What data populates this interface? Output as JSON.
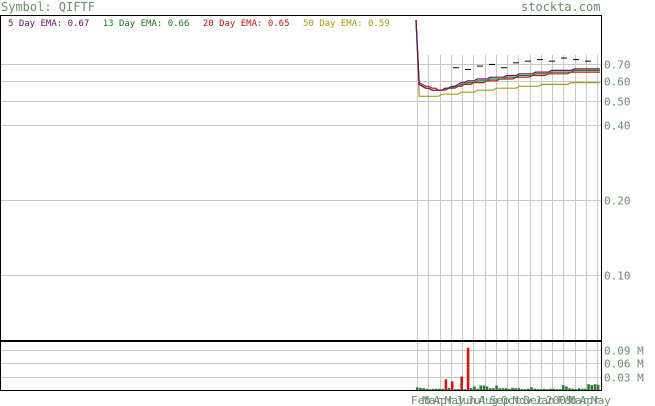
{
  "header": {
    "symbol_label": "Symbol: QIFTF",
    "site_label": "stockta.com"
  },
  "legend": {
    "ema5": "5 Day EMA: 0.67",
    "ema13": "13 Day EMA: 0.66",
    "ema20": "20 Day EMA: 0.65",
    "ema50": "50 Day EMA: 0.59"
  },
  "colors": {
    "text": "#6b8e6b",
    "grid": "#c8c8c8",
    "frame": "#000000",
    "ema5": "#6a0f6a",
    "ema13": "#1c7a1c",
    "ema20": "#cc1111",
    "ema50": "#a89a18",
    "price": "#000000",
    "volume_up": "#2e7d32",
    "volume_down": "#dd1111"
  },
  "chart_data": [
    {
      "type": "line",
      "y_scale": "log",
      "ylim": [
        0.055,
        1.1
      ],
      "y_ticks": [
        {
          "value": 0.7,
          "label": "0.70"
        },
        {
          "value": 0.6,
          "label": "0.60"
        },
        {
          "value": 0.5,
          "label": "0.50"
        },
        {
          "value": 0.4,
          "label": "0.40"
        },
        {
          "value": 0.2,
          "label": "0.20"
        },
        {
          "value": 0.1,
          "label": "0.10"
        }
      ],
      "x_labels": [
        "Feb",
        "Mar",
        "Apr",
        "May",
        "Jun",
        "Jul",
        "Aug",
        "Sep",
        "Oct",
        "Nov",
        "Dec",
        "Jan",
        "2005",
        "Feb",
        "Mar",
        "Apr",
        "May"
      ],
      "n_points": 58,
      "series": [
        {
          "name": "5 Day EMA",
          "values": [
            1.05,
            0.58,
            0.57,
            0.56,
            0.56,
            0.55,
            0.55,
            0.55,
            0.55,
            0.56,
            0.56,
            0.57,
            0.57,
            0.58,
            0.59,
            0.59,
            0.6,
            0.6,
            0.6,
            0.61,
            0.61,
            0.61,
            0.61,
            0.62,
            0.62,
            0.62,
            0.62,
            0.62,
            0.63,
            0.63,
            0.63,
            0.63,
            0.64,
            0.64,
            0.64,
            0.64,
            0.64,
            0.65,
            0.65,
            0.65,
            0.65,
            0.65,
            0.66,
            0.66,
            0.66,
            0.66,
            0.66,
            0.66,
            0.66,
            0.67,
            0.67,
            0.67,
            0.67,
            0.67,
            0.67,
            0.67,
            0.67,
            0.67
          ]
        },
        {
          "name": "13 Day EMA",
          "values": [
            1.05,
            0.58,
            0.57,
            0.56,
            0.56,
            0.55,
            0.55,
            0.55,
            0.55,
            0.56,
            0.56,
            0.56,
            0.57,
            0.57,
            0.58,
            0.58,
            0.59,
            0.59,
            0.59,
            0.6,
            0.6,
            0.6,
            0.6,
            0.61,
            0.61,
            0.61,
            0.61,
            0.61,
            0.62,
            0.62,
            0.62,
            0.62,
            0.63,
            0.63,
            0.63,
            0.63,
            0.63,
            0.64,
            0.64,
            0.64,
            0.64,
            0.64,
            0.65,
            0.65,
            0.65,
            0.65,
            0.65,
            0.65,
            0.65,
            0.66,
            0.66,
            0.66,
            0.66,
            0.66,
            0.66,
            0.66,
            0.66,
            0.66
          ]
        },
        {
          "name": "20 Day EMA",
          "values": [
            1.05,
            0.59,
            0.58,
            0.57,
            0.57,
            0.56,
            0.56,
            0.55,
            0.55,
            0.55,
            0.56,
            0.56,
            0.56,
            0.57,
            0.57,
            0.58,
            0.58,
            0.58,
            0.59,
            0.59,
            0.59,
            0.59,
            0.6,
            0.6,
            0.6,
            0.6,
            0.61,
            0.61,
            0.61,
            0.61,
            0.61,
            0.62,
            0.62,
            0.62,
            0.62,
            0.62,
            0.63,
            0.63,
            0.63,
            0.63,
            0.63,
            0.64,
            0.64,
            0.64,
            0.64,
            0.64,
            0.64,
            0.64,
            0.65,
            0.65,
            0.65,
            0.65,
            0.65,
            0.65,
            0.65,
            0.65,
            0.65,
            0.65
          ]
        },
        {
          "name": "50 Day EMA",
          "values": [
            1.05,
            0.52,
            0.52,
            0.52,
            0.52,
            0.52,
            0.52,
            0.52,
            0.53,
            0.53,
            0.53,
            0.53,
            0.53,
            0.53,
            0.54,
            0.54,
            0.54,
            0.54,
            0.54,
            0.55,
            0.55,
            0.55,
            0.55,
            0.55,
            0.55,
            0.56,
            0.56,
            0.56,
            0.56,
            0.56,
            0.56,
            0.56,
            0.57,
            0.57,
            0.57,
            0.57,
            0.57,
            0.57,
            0.57,
            0.58,
            0.58,
            0.58,
            0.58,
            0.58,
            0.58,
            0.58,
            0.58,
            0.58,
            0.59,
            0.59,
            0.59,
            0.59,
            0.59,
            0.59,
            0.59,
            0.59,
            0.59,
            0.59
          ]
        }
      ],
      "price_ticks": [
        0.64,
        0.63,
        0.65,
        0.66,
        0.64,
        0.67,
        0.68,
        0.69,
        0.68,
        0.7,
        0.69,
        0.68
      ]
    },
    {
      "type": "bar",
      "unit": "M",
      "ylim": [
        0,
        0.11
      ],
      "y_ticks": [
        {
          "value": 0.09,
          "label": "0.09 M"
        },
        {
          "value": 0.06,
          "label": "0.06 M"
        },
        {
          "value": 0.03,
          "label": "0.03 M"
        }
      ],
      "values": [
        0.006,
        0.005,
        0.004,
        0.003,
        0.002,
        0.003,
        0.003,
        0.003,
        0.003,
        0.024,
        0.005,
        0.019,
        0.002,
        0.002,
        0.03,
        0.002,
        0.095,
        0.004,
        0.008,
        0.003,
        0.01,
        0.01,
        0.008,
        0.004,
        0.004,
        0.01,
        0.004,
        0.004,
        0.004,
        0.003,
        0.005,
        0.004,
        0.004,
        0.002,
        0.002,
        0.003,
        0.006,
        0.003,
        0.002,
        0.002,
        0.003,
        0.002,
        0.003,
        0.003,
        0.002,
        0.002,
        0.011,
        0.008,
        0.004,
        0.003,
        0.002,
        0.004,
        0.003,
        0.003,
        0.013,
        0.011,
        0.013,
        0.012
      ],
      "directions": [
        "up",
        "up",
        "up",
        "up",
        "up",
        "up",
        "up",
        "up",
        "up",
        "down",
        "up",
        "down",
        "up",
        "up",
        "down",
        "up",
        "down",
        "up",
        "up",
        "up",
        "up",
        "up",
        "up",
        "up",
        "up",
        "up",
        "up",
        "up",
        "up",
        "up",
        "up",
        "up",
        "up",
        "up",
        "up",
        "up",
        "up",
        "up",
        "up",
        "up",
        "up",
        "up",
        "up",
        "up",
        "up",
        "up",
        "up",
        "up",
        "up",
        "up",
        "up",
        "up",
        "up",
        "up",
        "up",
        "up",
        "up",
        "up"
      ]
    }
  ]
}
